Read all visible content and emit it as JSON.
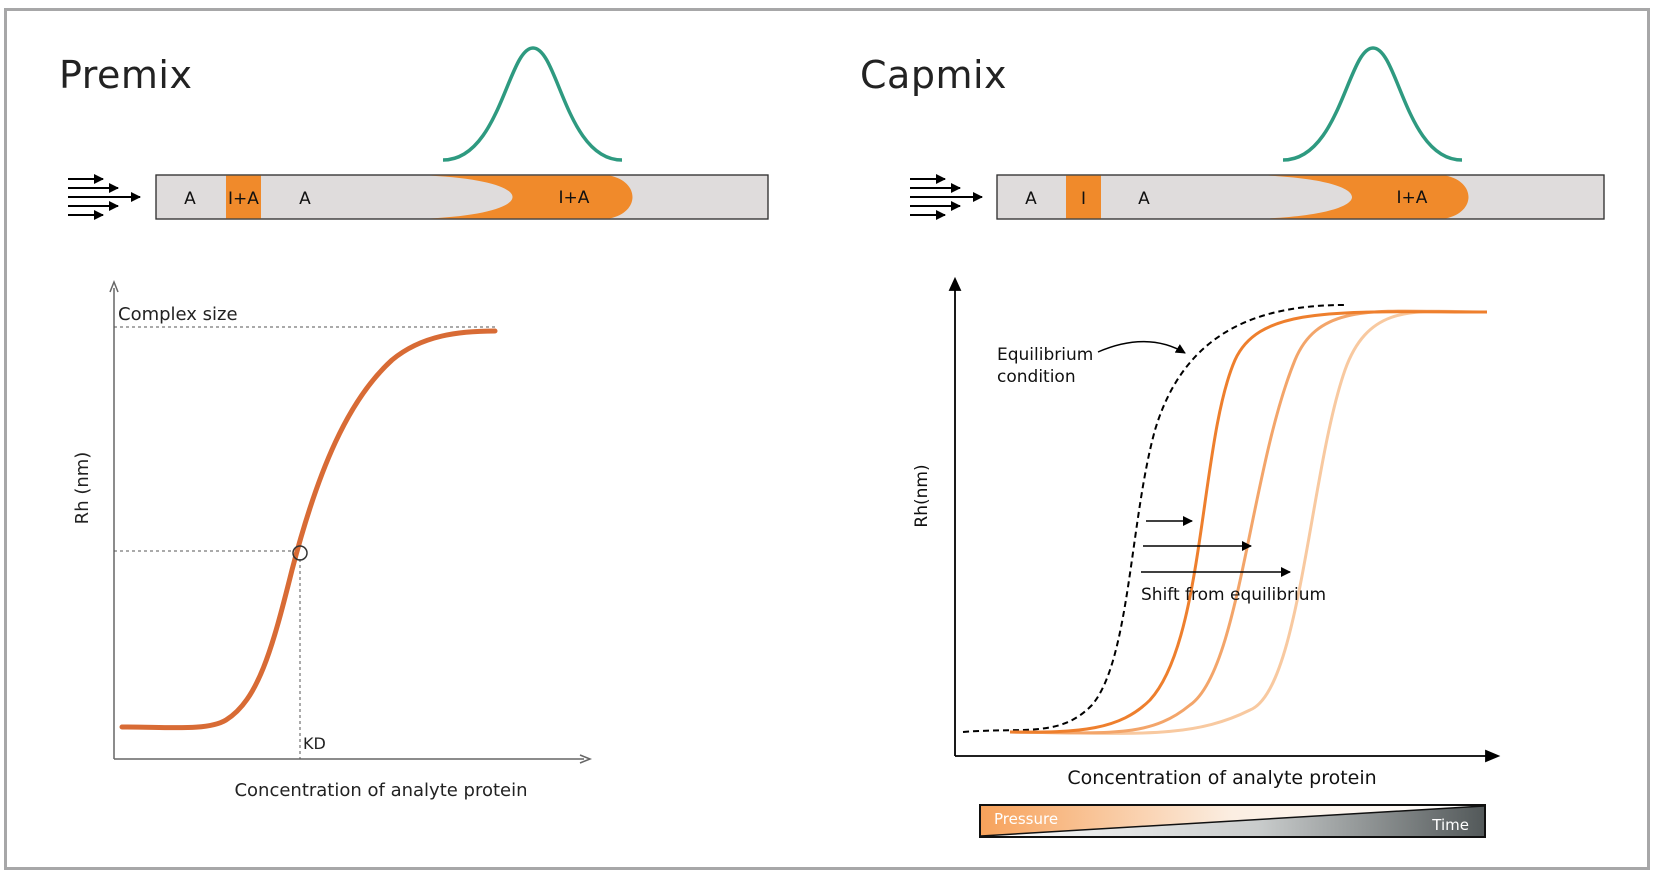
{
  "premix": {
    "title": "Premix",
    "tube_labels": {
      "left_a": "A",
      "plug": "I+A",
      "right_a": "A",
      "front": "I+A"
    },
    "plot": {
      "ylabel": "Rh (nm)",
      "xlabel": "Concentration of analyte protein",
      "complex_size_label": "Complex size",
      "kd_label": "KD"
    }
  },
  "capmix": {
    "title": "Capmix",
    "tube_labels": {
      "left_a": "A",
      "plug": "I",
      "right_a": "A",
      "front": "I+A"
    },
    "plot": {
      "ylabel": "Rh(nm)",
      "xlabel": "Concentration of analyte protein",
      "equilibrium_label_line1": "Equilibrium",
      "equilibrium_label_line2": "condition",
      "shift_label": "Shift from equilibrium"
    },
    "gradient_bar": {
      "left_label": "Pressure",
      "right_label": "Time"
    }
  },
  "colors": {
    "orange": "#f08a2b",
    "peak": "#2e9a80",
    "tube": "#dfdcdc",
    "curve_premix": "#d86b35"
  }
}
